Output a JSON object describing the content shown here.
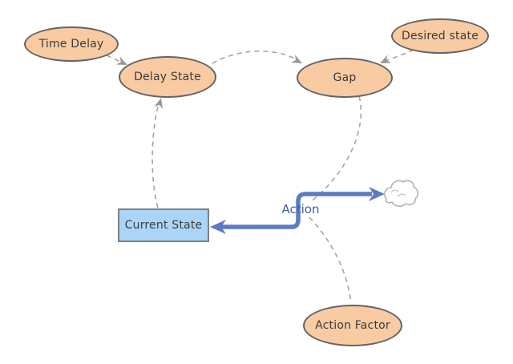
{
  "diagram": {
    "nodes": {
      "time_delay": {
        "label": "Time Delay",
        "shape": "ellipse"
      },
      "delay_state": {
        "label": "Delay State",
        "shape": "ellipse"
      },
      "gap": {
        "label": "Gap",
        "shape": "ellipse"
      },
      "desired_state": {
        "label": "Desired state",
        "shape": "ellipse"
      },
      "current_state": {
        "label": "Current State",
        "shape": "rectangle"
      },
      "action_factor": {
        "label": "Action Factor",
        "shape": "ellipse"
      }
    },
    "flow": {
      "label": "Action",
      "sink_icon": "cloud-icon"
    },
    "edges": [
      {
        "from": "time_delay",
        "to": "delay_state",
        "style": "dashed-arrow"
      },
      {
        "from": "current_state",
        "to": "delay_state",
        "style": "dashed-arrow"
      },
      {
        "from": "delay_state",
        "to": "gap",
        "style": "dashed-arrow"
      },
      {
        "from": "desired_state",
        "to": "gap",
        "style": "dashed-arrow"
      },
      {
        "from": "gap",
        "to": "action",
        "style": "dashed"
      },
      {
        "from": "action_factor",
        "to": "action",
        "style": "dashed"
      },
      {
        "from": "action",
        "to": "current_state",
        "style": "flow-arrow"
      },
      {
        "from": "action",
        "to": "cloud",
        "style": "flow-arrow"
      }
    ],
    "colors": {
      "ellipse_fill": "#f9cba3",
      "ellipse_border": "#646464",
      "stock_fill": "#abd5f7",
      "stock_border": "#7f7f7f",
      "connector_gray": "#a3a3a3",
      "arrowhead_gray": "#999999",
      "flow_blue": "#5b7cc2",
      "flow_label_blue": "#3f5fae",
      "text": "#3b3b3b",
      "background": "#ffffff"
    }
  }
}
